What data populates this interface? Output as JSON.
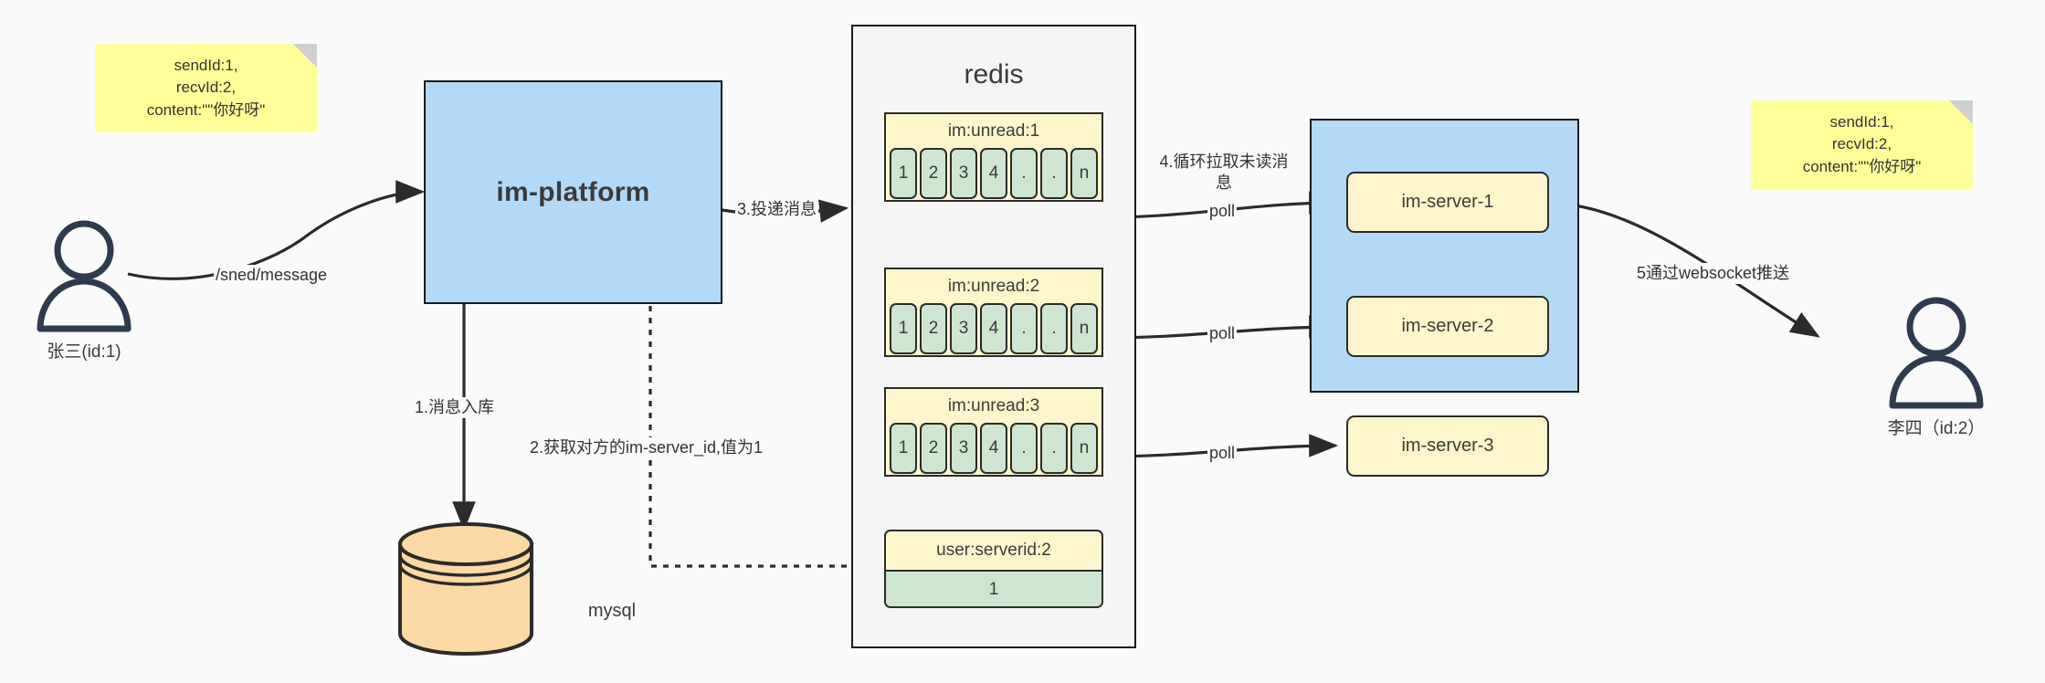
{
  "diagram": {
    "title": "IM message flow architecture",
    "colors": {
      "background": "#fafafa",
      "sticky": "#ffff99",
      "blue": "#b3d9f7",
      "yellow": "#fdf6cc",
      "green": "#cee5d0",
      "orange": "#fbd9a5",
      "stroke": "#1a1a1a",
      "actor": "#2e3b4e"
    }
  },
  "notes": {
    "left": "sendId:1,\nrecvId:2,\ncontent:\"\"你好呀\"",
    "right": "sendId:1,\nrecvId:2,\ncontent:\"\"你好呀\""
  },
  "actors": {
    "sender": {
      "name": "张三(id:1)",
      "icon": "user-icon"
    },
    "receiver": {
      "name": "李四（id:2）",
      "icon": "user-icon"
    }
  },
  "platform": {
    "label": "im-platform"
  },
  "database": {
    "label": "mysql",
    "icon": "database-cylinder-icon"
  },
  "redis": {
    "title": "redis",
    "lists": [
      {
        "key": "im:unread:1",
        "cells": [
          "1",
          "2",
          "3",
          "4",
          ".",
          ".",
          "n"
        ]
      },
      {
        "key": "im:unread:2",
        "cells": [
          "1",
          "2",
          "3",
          "4",
          ".",
          ".",
          "n"
        ]
      },
      {
        "key": "im:unread:3",
        "cells": [
          "1",
          "2",
          "3",
          "4",
          ".",
          ".",
          "n"
        ]
      }
    ],
    "kv": {
      "key": "user:serverid:2",
      "value": "1"
    }
  },
  "cluster": {
    "servers": [
      {
        "label": "im-server-1"
      },
      {
        "label": "im-server-2"
      },
      {
        "label": "im-server-3"
      }
    ]
  },
  "edges": {
    "send_message": "/sned/message",
    "step1": "1.消息入库",
    "step2": "2.获取对方的im-server_id,值为1",
    "step3": "3.投递消息",
    "step4": "4.循环拉取未读消\n息",
    "poll1": "poll",
    "poll2": "poll",
    "poll3": "poll",
    "step5": "5通过websocket推送"
  }
}
